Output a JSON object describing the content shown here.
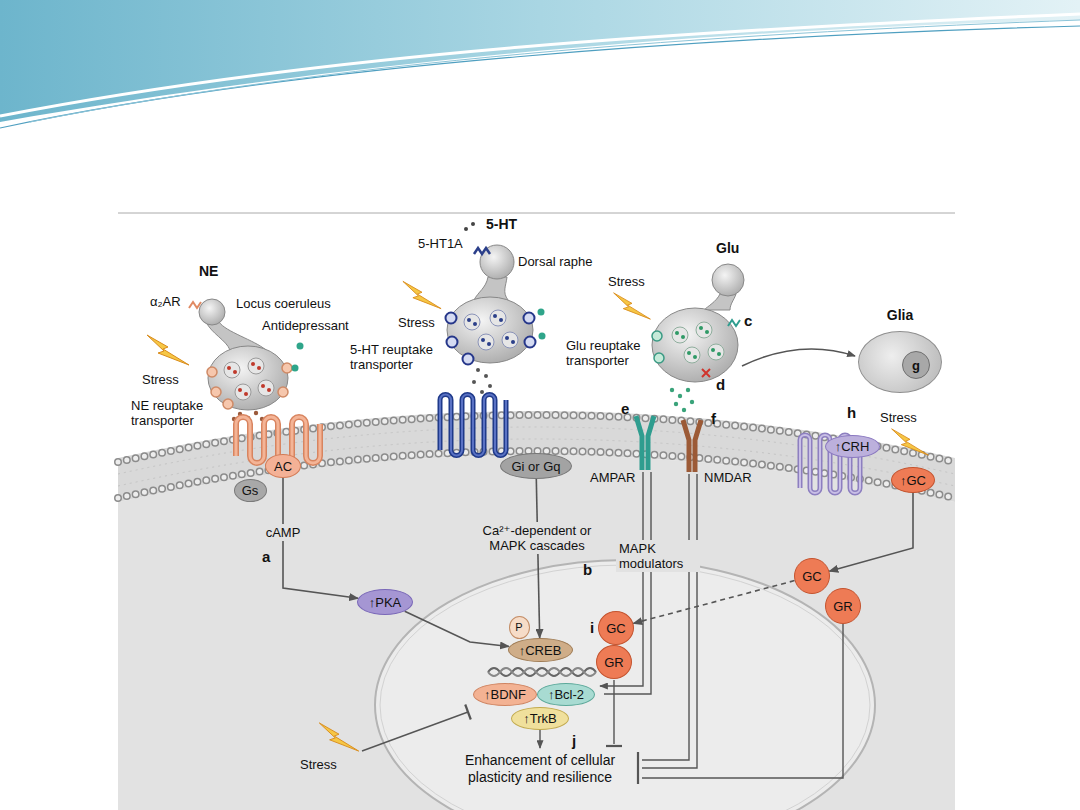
{
  "diagram": {
    "nodes": [
      {
        "text": [
          "Glia"
        ]
      },
      {
        "text": [
          "g"
        ],
        "in": 0
      },
      {
        "text": [
          "AC"
        ]
      },
      {
        "text": [
          "Gs"
        ]
      },
      {
        "text": [
          "Gi or Gq"
        ]
      },
      {
        "text": [
          "↑CRH"
        ]
      },
      {
        "text": [
          "↑GC"
        ]
      },
      {
        "text": [
          "↑PKA"
        ]
      },
      {
        "text": [
          "GC"
        ]
      },
      {
        "text": [
          "GR"
        ]
      },
      {
        "text": [
          "GC"
        ]
      },
      {
        "text": [
          "GR"
        ]
      },
      {
        "text": [
          "P"
        ]
      },
      {
        "text": [
          "↑CREB"
        ]
      },
      {
        "text": [
          "↑BDNF"
        ]
      },
      {
        "text": [
          "↑Bcl-2"
        ]
      },
      {
        "text": [
          "↑TrkB"
        ]
      }
    ],
    "edges": [
      {
        "from": 2,
        "to": 7,
        "arrow": "to",
        "label": "cAMP"
      },
      {
        "from": 4,
        "to": 13,
        "arrow": "to",
        "label": "Ca²⁺-dependent or MAPK cascades"
      },
      {
        "from": 7,
        "to": 13,
        "arrow": "to"
      },
      {
        "from": 6,
        "to": 8,
        "arrow": "to"
      },
      {
        "from": 8,
        "to": 10,
        "arrow": "to"
      }
    ],
    "labels": [
      "5-HT",
      "5-HT1A",
      "Dorsal raphe",
      "NE",
      "α₂AR",
      "Locus coeruleus",
      "Antidepressant",
      "Stress",
      "NE reuptake transporter",
      "Stress",
      "5-HT reuptake transporter",
      "Glu",
      "Stress",
      "Glu reuptake transporter",
      "c",
      "d",
      "e",
      "f",
      "h",
      "Stress",
      "AMPAR",
      "NMDAR",
      "a",
      "b",
      "MAPK modulators",
      "i",
      "j",
      "Stress",
      "Enhancement of cellular plasticity and resilience"
    ]
  }
}
